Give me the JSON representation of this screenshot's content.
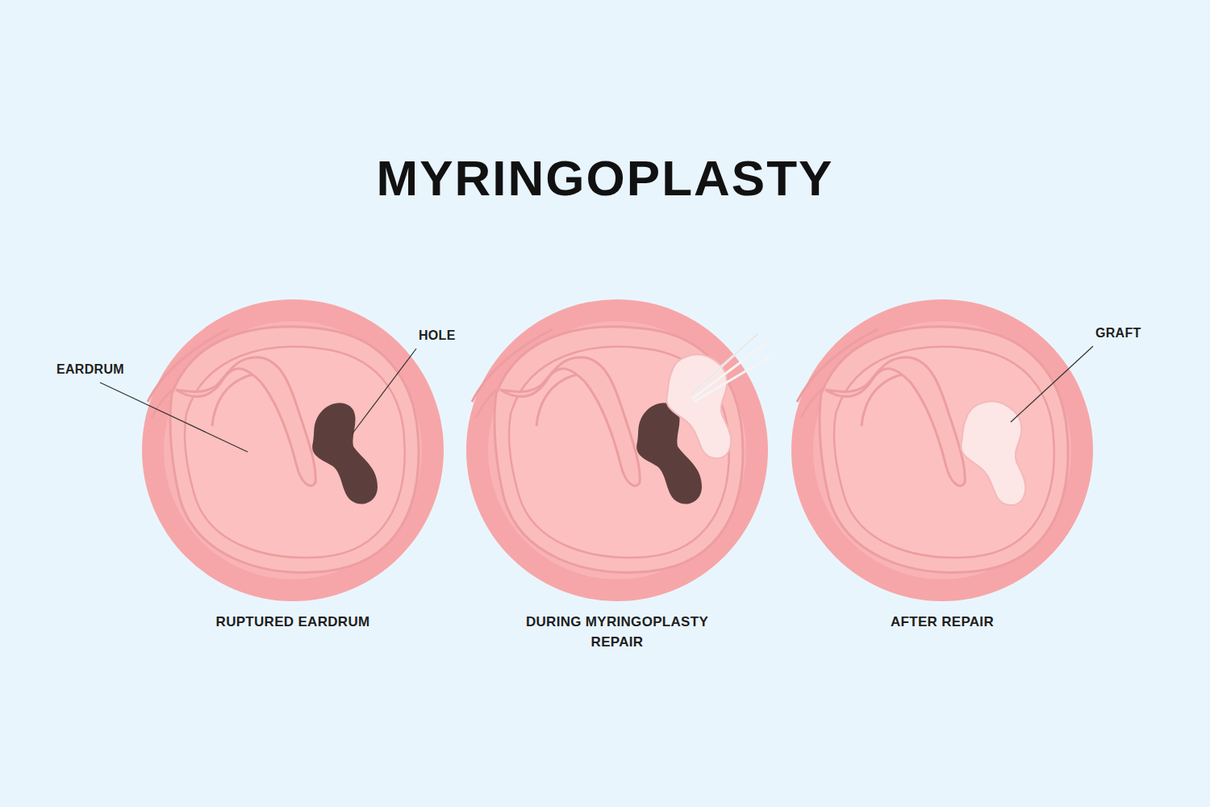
{
  "diagram": {
    "title": "MYRINGOPLASTY",
    "labels": [
      "EARDRUM",
      "HOLE",
      "RUPTURED EARDRUM",
      "DURING MYRINGOPLASTY REPAIR",
      "GRAFT",
      "AFTER REPAIR"
    ]
  }
}
